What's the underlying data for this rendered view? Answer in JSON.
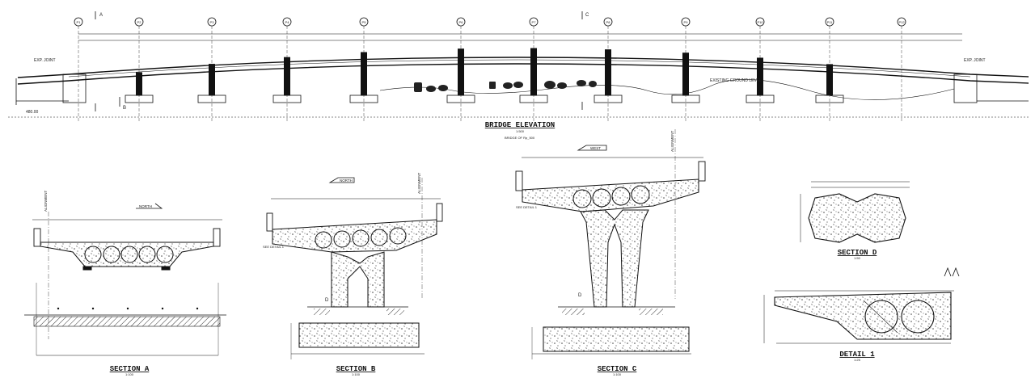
{
  "drawing": {
    "elevation": {
      "title": "BRIDGE ELEVATION",
      "scale": "1:500",
      "subtitle": "BRIDGE OF Rp_500",
      "exp_joint_left": "EXP. JOINT",
      "exp_joint_right": "EXP. JOINT",
      "ground_label": "EXISTING GROUND LEVEL",
      "datum": "480.00",
      "section_cut_a": "A",
      "section_cut_b": "B",
      "section_cut_c": "C",
      "pier_marks": [
        "P1",
        "P2",
        "P3",
        "P4",
        "P5",
        "P6",
        "P7",
        "P8",
        "P9",
        "P10",
        "P11",
        "P12"
      ]
    },
    "section_a": {
      "title": "SECTION  A",
      "scale": "1:100",
      "north": "NORTH",
      "alignment": "ALIGNMENT"
    },
    "section_b": {
      "title": "SECTION  B",
      "scale": "1:100",
      "north": "NORTH",
      "alignment": "ALIGNMENT",
      "detail_ref": "SEE DETAIL 1",
      "cut": "D"
    },
    "section_c": {
      "title": "SECTION  C",
      "scale": "1:100",
      "west": "WEST",
      "alignment": "ALIGNMENT",
      "detail_ref": "SEE DETAIL 1",
      "cut": "D"
    },
    "section_d": {
      "title": "SECTION  D",
      "scale": "1:50"
    },
    "detail_1": {
      "title": "DETAIL  1",
      "scale": "1:25"
    }
  },
  "colors": {
    "line": "#111111",
    "hatch": "#555555"
  }
}
